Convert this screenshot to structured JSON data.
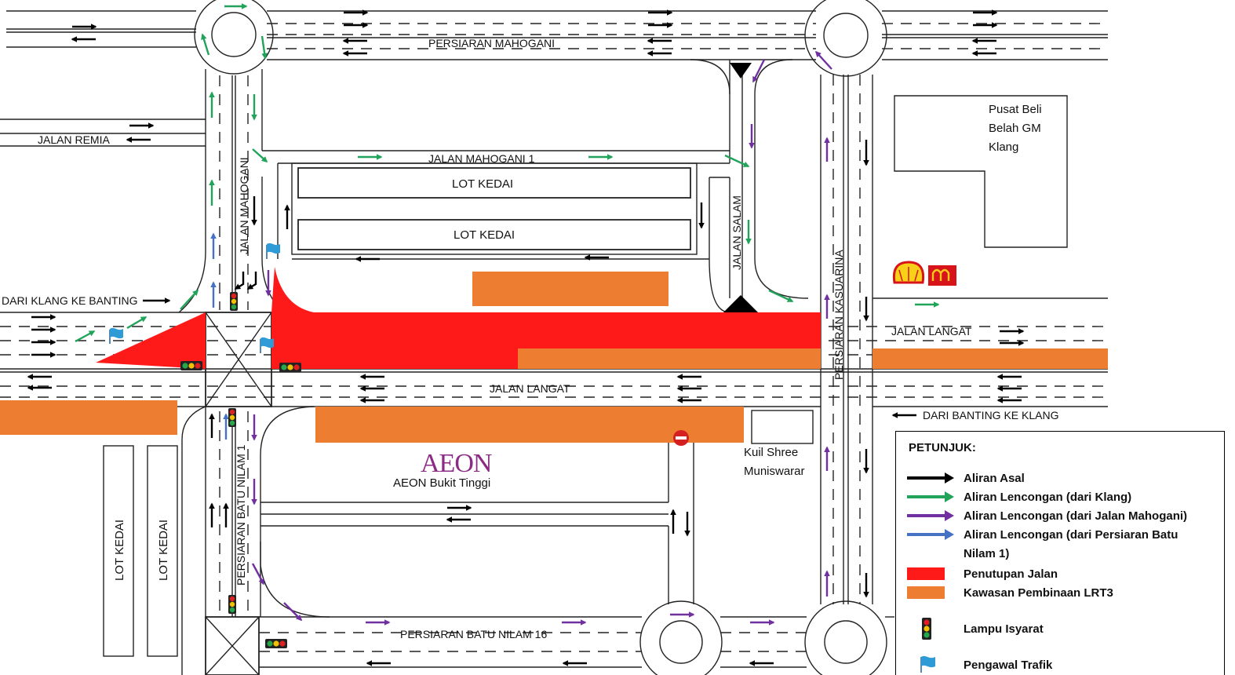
{
  "colors": {
    "closure": "#ff1a1a",
    "construction": "#ed7d31",
    "original": "#000000",
    "from_klang": "#21a35a",
    "from_mahogani": "#7030a0",
    "from_batu_nilam": "#4472c4"
  },
  "roads": {
    "persiaran_mahogani": "PERSIARAN MAHOGANI",
    "jalan_remia": "JALAN REMIA",
    "jalan_mahogani_1": "JALAN MAHOGANI 1",
    "jalan_mahogani": "JALAN MAHOGANI",
    "jalan_salam": "JALAN SALAM",
    "persiaran_kasuarina": "PERSIARAN KASUARINA",
    "jalan_langat_east": "JALAN LANGAT",
    "jalan_langat_main": "JALAN LANGAT",
    "persiaran_batu_nilam_1": "PERSIARAN BATU NILAM 1",
    "persiaran_batu_nilam_16": "PERSIARAN BATU NILAM 16"
  },
  "directions": {
    "klang_to_banting": "DARI KLANG KE BANTING",
    "banting_to_klang": "DARI BANTING KE KLANG"
  },
  "places": {
    "lot_kedai_1": "LOT KEDAI",
    "lot_kedai_2": "LOT KEDAI",
    "lot_kedai_3": "LOT KEDAI",
    "lot_kedai_4": "LOT KEDAI",
    "gm_line1": "Pusat Beli",
    "gm_line2": "Belah GM",
    "gm_line3": "Klang",
    "aeon_logo": "AEON",
    "aeon_name": "AEON Bukit Tinggi",
    "kuil_line1": "Kuil Shree",
    "kuil_line2": "Muniswarar"
  },
  "legend": {
    "title": "PETUNJUK:",
    "items": [
      {
        "label": "Aliran Asal",
        "icon": "black-arrow-icon",
        "color": "#000000"
      },
      {
        "label": "Aliran Lencongan (dari Klang)",
        "icon": "green-arrow-icon",
        "color": "#21a35a"
      },
      {
        "label": "Aliran Lencongan (dari Jalan Mahogani)",
        "icon": "purple-arrow-icon",
        "color": "#7030a0"
      },
      {
        "label": "Aliran Lencongan (dari Persiaran Batu Nilam 1)",
        "icon": "blue-arrow-icon",
        "color": "#4472c4"
      },
      {
        "label": "Penutupan Jalan",
        "icon": "red-swatch-icon",
        "color": "#ff1a1a"
      },
      {
        "label": "Kawasan Pembinaan LRT3",
        "icon": "orange-swatch-icon",
        "color": "#ed7d31"
      },
      {
        "label": "Lampu Isyarat",
        "icon": "traffic-light-icon",
        "color": ""
      },
      {
        "label": "Pengawal Trafik",
        "icon": "traffic-warden-flag-icon",
        "color": "#2e9bd6"
      }
    ]
  }
}
